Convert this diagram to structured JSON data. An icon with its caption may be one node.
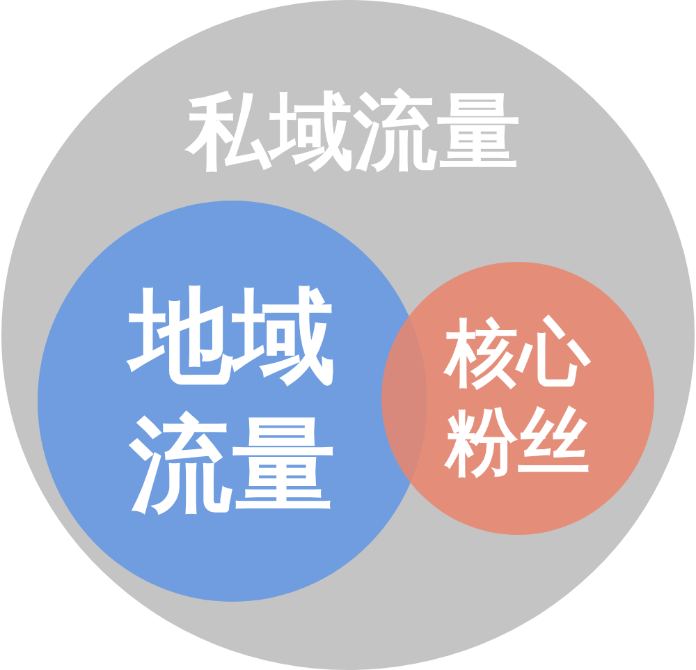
{
  "diagram": {
    "nodes": [
      {
        "text": [
          "私域流量"
        ]
      },
      {
        "text": [
          "地域流量"
        ],
        "in": 0
      },
      {
        "text": [
          "核心粉丝"
        ],
        "in": 0
      }
    ]
  }
}
